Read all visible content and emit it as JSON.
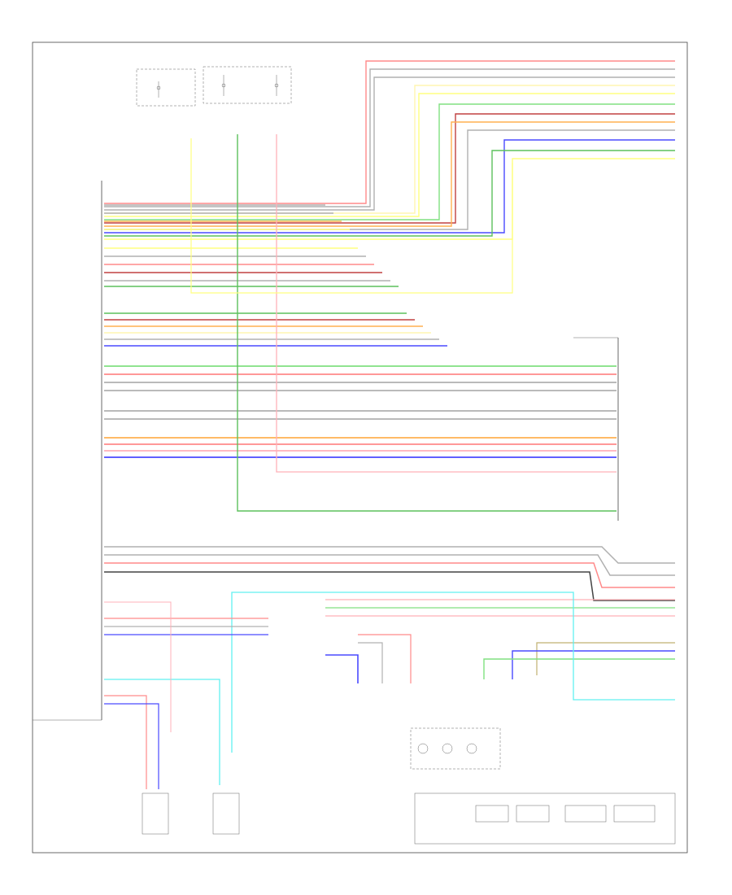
{
  "diagram": {
    "footer_label": "",
    "colors": {
      "red": "#ff8a8a",
      "pink": "#ffb0b8",
      "yellow": "#ffff80",
      "lightyellow": "#fff5b0",
      "green": "#80e080",
      "darkgreen": "#5cc05c",
      "blue": "#4a4aff",
      "darkred": "#c04040",
      "orange": "#ffb050",
      "gray": "#b0b0b0",
      "cyan": "#60f0f0",
      "olive": "#c0b070",
      "black": "#444444"
    },
    "components": [
      {
        "id": "audio-unit",
        "label": ""
      },
      {
        "id": "fuse-block-left",
        "label": ""
      },
      {
        "id": "fuse-block-center",
        "label": ""
      },
      {
        "id": "satellite-radio-tuner",
        "label": ""
      },
      {
        "id": "antenna-amp",
        "label": ""
      },
      {
        "id": "steering-switch",
        "label": ""
      },
      {
        "id": "combination-switch",
        "label": ""
      },
      {
        "id": "lower-switch-panel",
        "label": ""
      }
    ]
  }
}
